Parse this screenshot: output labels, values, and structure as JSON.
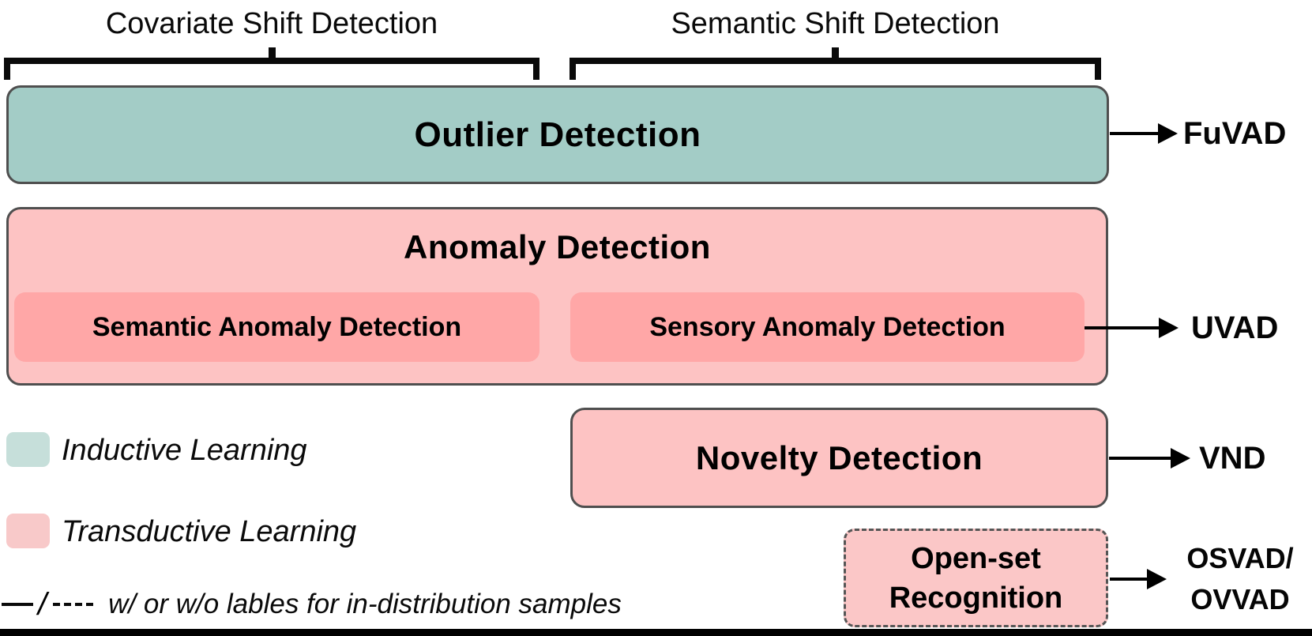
{
  "figure": {
    "top_brackets": [
      {
        "label": "Covariate Shift Detection"
      },
      {
        "label": "Semantic Shift Detection"
      }
    ],
    "boxes": {
      "outlier_detection": {
        "label": "Outlier Detection",
        "acronym": "FuVAD"
      },
      "anomaly_detection": {
        "label": "Anomaly Detection",
        "acronym": "UVAD",
        "sub_boxes": [
          {
            "label": "Semantic Anomaly Detection"
          },
          {
            "label": "Sensory Anomaly Detection"
          }
        ]
      },
      "novelty_detection": {
        "label": "Novelty Detection",
        "acronym": "VND"
      },
      "open_set_recognition": {
        "label_line1": "Open-set",
        "label_line2": "Recognition",
        "acronym_line1": "OSVAD/",
        "acronym_line2": "OVVAD"
      }
    },
    "legend": {
      "inductive_label": "Inductive Learning",
      "transductive_label": "Transductive Learning",
      "separator": "/",
      "line_styles_note": "w/ or w/o lables for in-distribution samples"
    },
    "colors": {
      "inductive_fill": "#A3CCC6",
      "transductive_fill": "#FDC3C3",
      "sub_box_fill": "#FFA7A7",
      "legend_inductive_swatch": "#C6DFDA",
      "legend_transductive_swatch": "#F8C9C9",
      "box_border": "#4F4F4F",
      "arrow_color": "#000000"
    }
  }
}
